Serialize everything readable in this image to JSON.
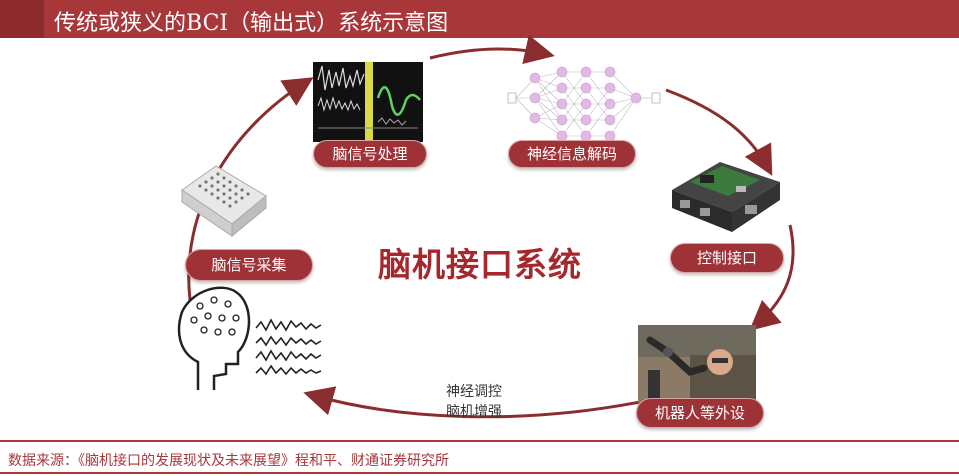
{
  "header": {
    "title": "传统或狭义的BCI（输出式）系统示意图"
  },
  "center": {
    "title": "脑机接口系统"
  },
  "nodes": {
    "signal_processing": "脑信号处理",
    "neural_decoding": "神经信息解码",
    "control_interface": "控制接口",
    "peripherals": "机器人等外设",
    "signal_acquisition": "脑信号采集"
  },
  "feedback": {
    "line1": "神经调控",
    "line2": "脑机增强"
  },
  "footer": {
    "source": "数据来源：《脑机接口的发展现状及未来展望》程和平、财通证券研究所"
  },
  "colors": {
    "accent": "#a8373a",
    "pill": "#9e3236",
    "arrow": "#8b2d2f"
  }
}
